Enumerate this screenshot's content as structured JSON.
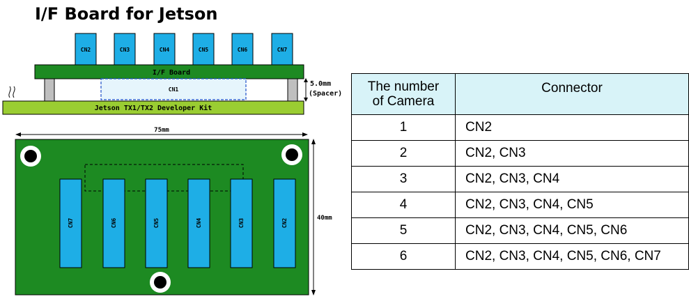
{
  "title": "I/F Board for Jetson",
  "side_view": {
    "connectors_top": [
      "CN2",
      "CN3",
      "CN4",
      "CN5",
      "CN6",
      "CN7"
    ],
    "board_label": "I/F Board",
    "cn1_label": "CN1",
    "devkit_label": "Jetson TX1/TX2 Developer Kit",
    "spacer_height": "5.0mm",
    "spacer_note": "(Spacer)"
  },
  "top_view": {
    "width_label": "75mm",
    "height_label": "40mm",
    "connectors": [
      "CN7",
      "CN6",
      "CN5",
      "CN4",
      "CN3",
      "CN2"
    ]
  },
  "table": {
    "header_count_line1": "The number",
    "header_count_line2": "of Camera",
    "header_connector": "Connector",
    "rows": [
      {
        "count": "1",
        "connector": "CN2"
      },
      {
        "count": "2",
        "connector": "CN2, CN3"
      },
      {
        "count": "3",
        "connector": "CN2, CN3, CN4"
      },
      {
        "count": "4",
        "connector": "CN2, CN3, CN4, CN5"
      },
      {
        "count": "5",
        "connector": "CN2, CN3, CN4, CN5, CN6"
      },
      {
        "count": "6",
        "connector": "CN2, CN3, CN4, CN5, CN6, CN7"
      }
    ]
  },
  "colors": {
    "board_green": "#1d8a22",
    "devkit_green": "#9acd32",
    "connector_blue": "#1eaee6",
    "cn1_fill": "#e6f5fc",
    "spacer_gray": "#bfbfbf",
    "header_bg": "#d8f3f8"
  }
}
